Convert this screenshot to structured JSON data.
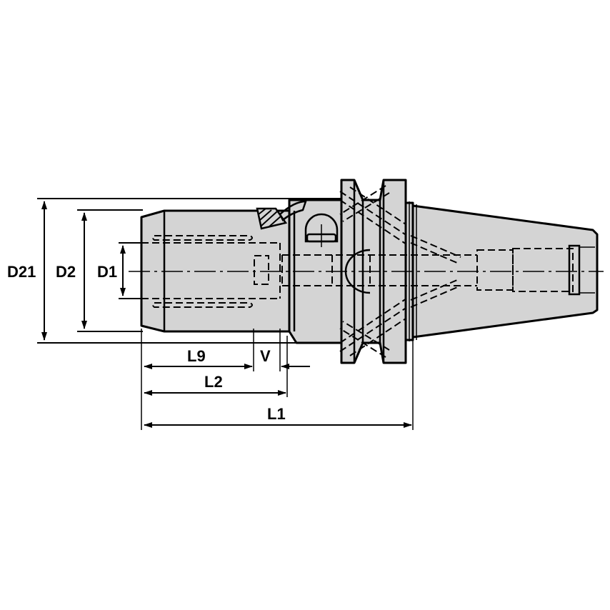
{
  "drawing": {
    "title": "Tool holder shank dimension diagram",
    "colors": {
      "body_fill": "#d4d4d4",
      "line": "#000000",
      "background": "#ffffff"
    }
  },
  "dimensions": {
    "diameters": [
      {
        "id": "D21",
        "label": "D21"
      },
      {
        "id": "D2",
        "label": "D2"
      },
      {
        "id": "D1",
        "label": "D1"
      }
    ],
    "lengths": [
      {
        "id": "L9",
        "label": "L9"
      },
      {
        "id": "V",
        "label": "V"
      },
      {
        "id": "L2",
        "label": "L2"
      },
      {
        "id": "L1",
        "label": "L1"
      }
    ]
  }
}
